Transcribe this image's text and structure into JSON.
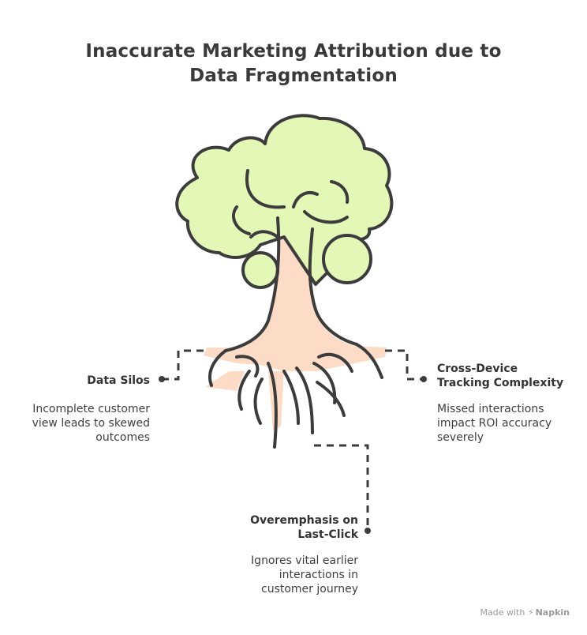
{
  "title_lines": [
    "Inaccurate Marketing Attribution due to",
    "Data Fragmentation"
  ],
  "items": [
    {
      "label": "Data Silos",
      "description": [
        "Incomplete customer",
        "view leads to skewed",
        "outcomes"
      ]
    },
    {
      "label_lines": [
        "Cross-Device",
        "Tracking Complexity"
      ],
      "description": [
        "Missed interactions",
        "impact ROI accuracy",
        "severely"
      ]
    },
    {
      "label_lines": [
        "Overemphasis on",
        "Last-Click"
      ],
      "description": [
        "Ignores vital earlier",
        "interactions in",
        "customer journey"
      ]
    }
  ],
  "footer": {
    "prefix": "Made with",
    "brand": "Napkin"
  },
  "colors": {
    "foliage": "#e3f7b7",
    "trunk": "#fcdcc6",
    "outline": "#3c3c3c"
  }
}
